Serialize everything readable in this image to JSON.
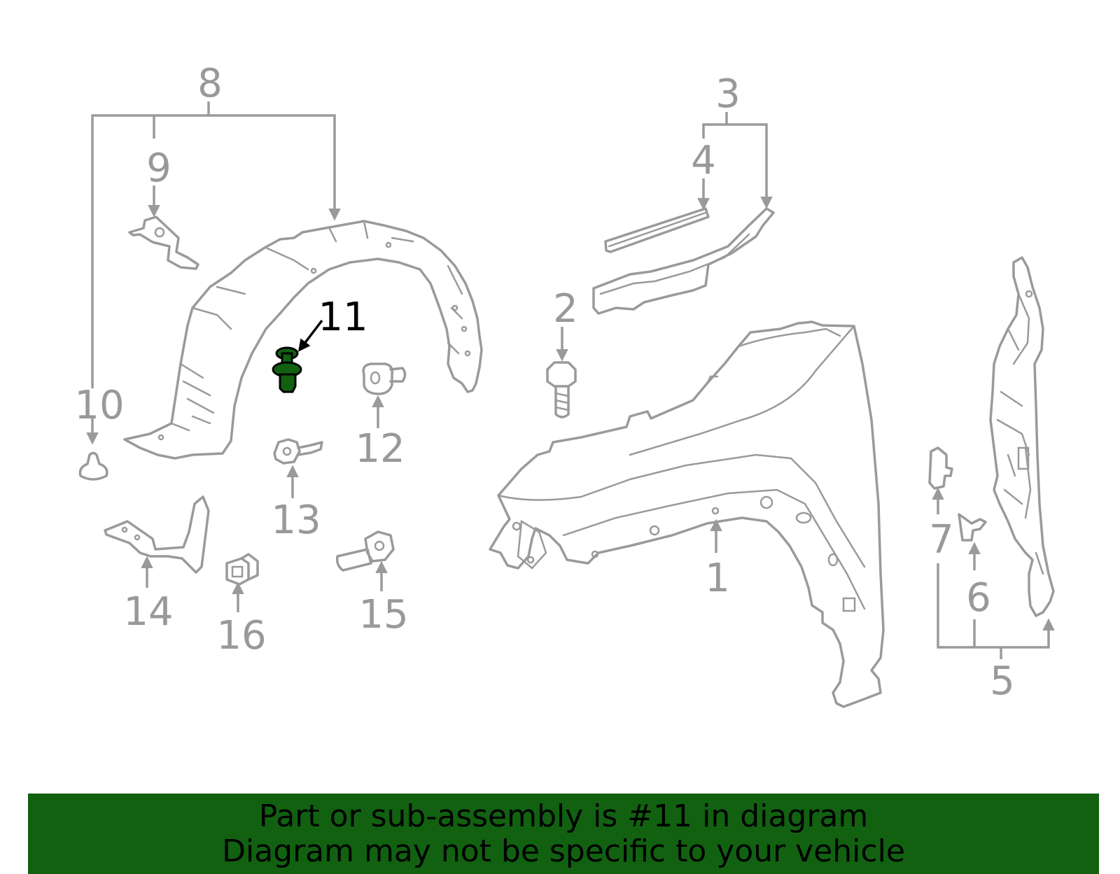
{
  "diagram": {
    "highlighted_callout": "11",
    "highlight_color": "#116111",
    "line_color": "#9a9a9a",
    "callouts": [
      "1",
      "2",
      "3",
      "4",
      "5",
      "6",
      "7",
      "8",
      "9",
      "10",
      "11",
      "12",
      "13",
      "14",
      "15",
      "16"
    ]
  },
  "banner": {
    "line1": "Part or sub-assembly is #11 in diagram",
    "line2": "Diagram may not be specific to your vehicle",
    "background": "#116111"
  }
}
